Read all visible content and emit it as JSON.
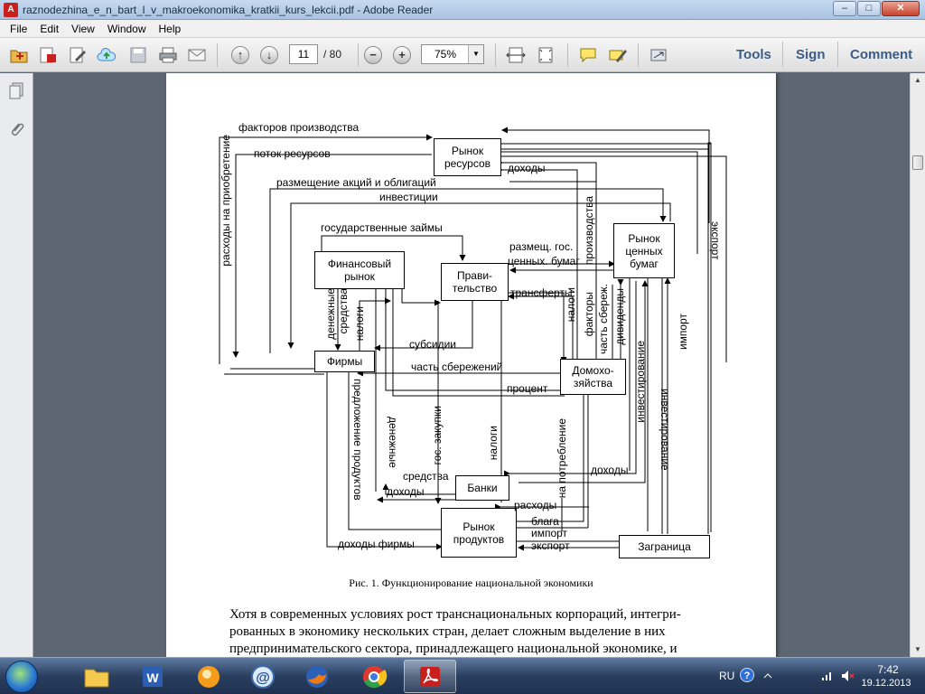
{
  "window": {
    "title": "raznodezhina_e_n_bart_l_v_makroekonomika_kratkii_kurs_lekcii.pdf - Adobe Reader",
    "controls": {
      "minimize": "–",
      "maximize": "□",
      "close": "✕"
    }
  },
  "menu": {
    "items": [
      "File",
      "Edit",
      "View",
      "Window",
      "Help"
    ]
  },
  "toolbar": {
    "page_current": "11",
    "page_total": "/ 80",
    "zoom": "75%",
    "right_links": [
      "Tools",
      "Sign",
      "Comment"
    ]
  },
  "colors": {
    "accent": "#3b5c86",
    "pdf_red": "#c8201e",
    "viewer_bg": "#5e6673"
  },
  "figure": {
    "boxes": {
      "resource_market": "Рынок\nресурсов",
      "financial_market": "Финансовый\nрынок",
      "government": "Прави-\nтельство",
      "securities_market": "Рынок\nценных\nбумаг",
      "firms": "Фирмы",
      "households": "Домохо-\nзяйства",
      "banks": "Банки",
      "product_market": "Рынок\nпродуктов",
      "abroad": "Заграница"
    },
    "labels": {
      "factors_of_production": "факторов производства",
      "resource_flow": "поток ресурсов",
      "incomes_top": "доходы",
      "shares_bonds": "размещение акций и облигаций",
      "investments": "инвестиции",
      "gov_loans": "государственные займы",
      "gov_securities_1": "размещ. гос.",
      "gov_securities_2": "ценных. бумаг",
      "transfers": "трансферты",
      "subsidies": "субсидии",
      "part_savings": "часть сбережений",
      "interest": "процент",
      "funds": "средства",
      "incomes_mid": "доходы",
      "incomes_right": "доходы",
      "expenses": "расходы",
      "goods": "блага",
      "import_h": "импорт",
      "export_h": "экспорт",
      "firm_incomes": "доходы фирмы",
      "acquisition_expenses": "расходы на приобретение",
      "money_funds_1": "денежные",
      "money_funds_2": "средства",
      "taxes_firms": "налоги",
      "product_supply": "предложение продуктов",
      "money_bottom": "денежные",
      "gov_purchases": "гос. закупки",
      "taxes_banks": "налоги",
      "consumption": "на потребление",
      "production_vert": "производства",
      "factors_vert": "факторы",
      "taxes_hh": "налоги",
      "part_saving_vert": "часть сбереж.",
      "dividends": "дивиденды",
      "investing_1": "инвестирование",
      "investing_2": "инвестирование",
      "import_v": "импорт",
      "export_v": "экспорт"
    },
    "caption": "Рис. 1. Функционирование национальной экономики"
  },
  "paragraph": [
    "Хотя в современных условиях рост транснациональных корпораций, интегри-",
    "рованных в экономику нескольких стран, делает сложным выделение в них",
    "предпринимательского сектора, принадлежащего национальной экономике, и"
  ],
  "taskbar": {
    "language": "RU",
    "time": "7:42",
    "date": "19.12.2013"
  }
}
